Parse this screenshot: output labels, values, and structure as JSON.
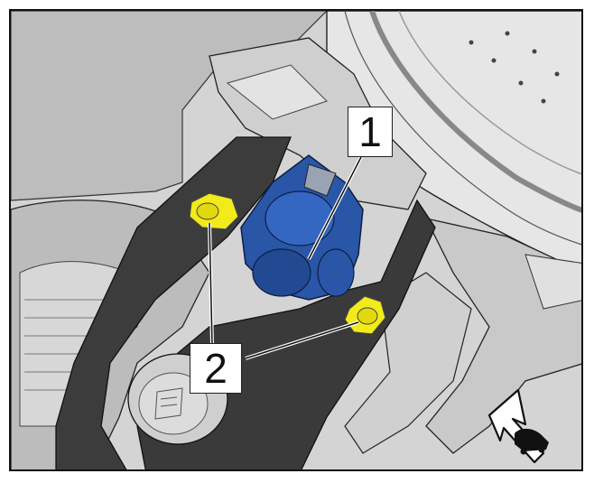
{
  "callouts": [
    {
      "id": "1",
      "label": "1",
      "part": "bushing"
    },
    {
      "id": "2",
      "label": "2",
      "part": "bolts"
    }
  ],
  "colors": {
    "bushing": "#2a56a8",
    "bolts": "#f2ea1b",
    "metal_light": "#dedede",
    "metal_mid": "#b9b9b9",
    "metal_dark": "#5a5a5a",
    "arm": "#3a3a3a",
    "outline": "#111111"
  },
  "icons": {
    "view_direction": "vehicle-direction-arrow-icon"
  }
}
